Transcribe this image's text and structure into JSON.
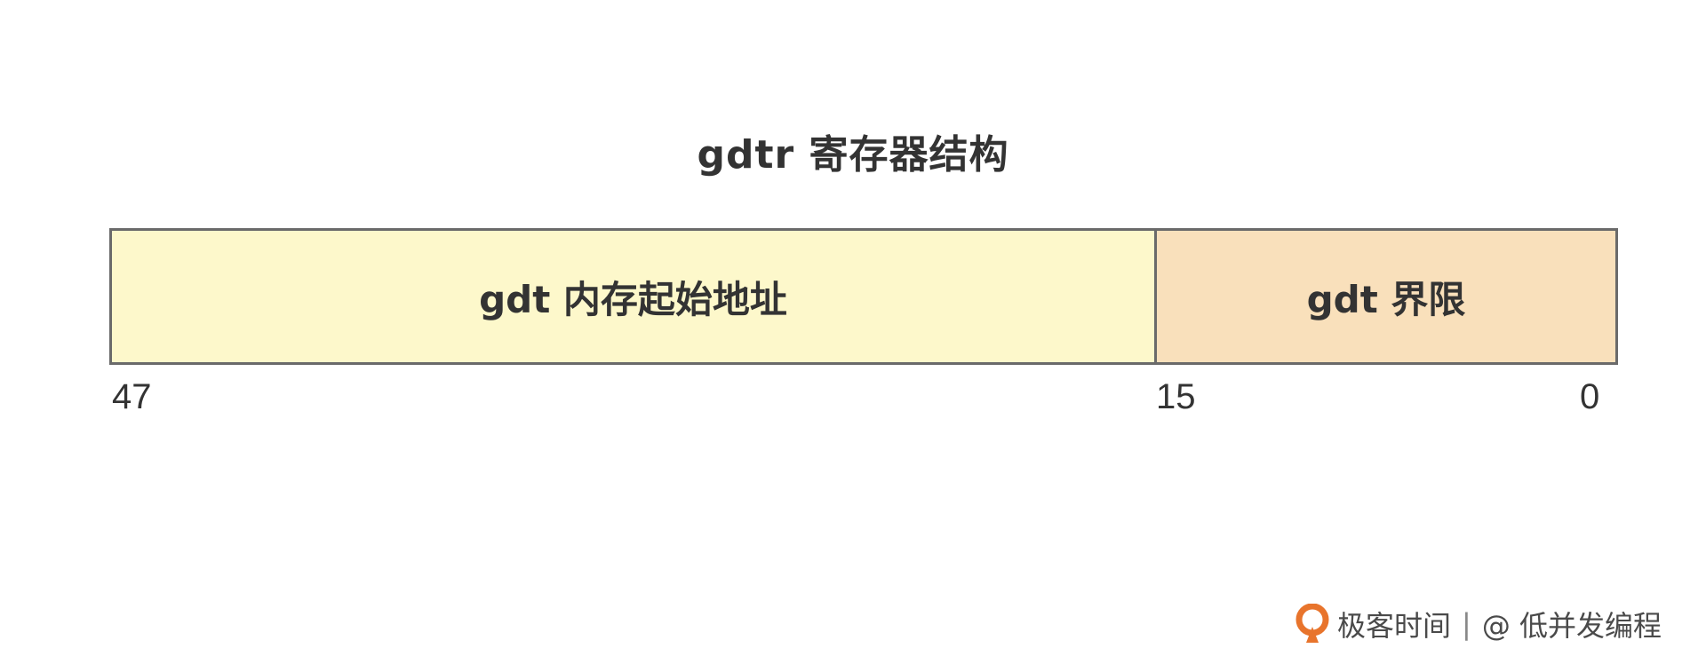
{
  "title": "gdtr 寄存器结构",
  "fields": {
    "base": {
      "label": "gdt 内存起始地址",
      "bg": "#fdf8cb"
    },
    "limit": {
      "label": "gdt 界限",
      "bg": "#f9e0bb"
    }
  },
  "bits": {
    "high": "47",
    "mid": "15",
    "low": "0"
  },
  "colors": {
    "border": "#6a6a6a",
    "logo": "#e8742c"
  },
  "watermark": {
    "brand": "极客时间",
    "separator": "|",
    "author": "@ 低并发编程"
  }
}
